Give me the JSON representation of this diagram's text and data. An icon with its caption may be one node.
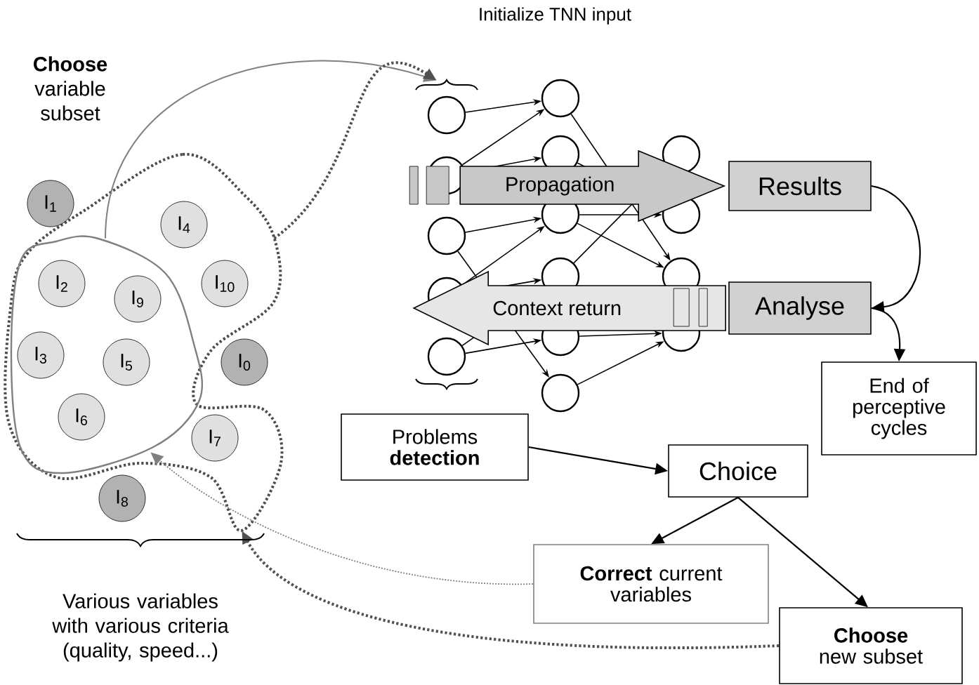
{
  "diagram": {
    "nodes": [
      {
        "text": [],
        "shape": "cloud",
        "in": 1
      },
      {
        "text": [],
        "shape": "cloud"
      },
      {
        "text": [
          "I$_{1}$"
        ]
      },
      {
        "text": [
          "I$_{4}$"
        ],
        "in": 1
      },
      {
        "text": [
          "I$_{2}$"
        ],
        "in": 0
      },
      {
        "text": [
          "I$_{9}$"
        ],
        "in": 0
      },
      {
        "text": [
          "I$_{10}$"
        ],
        "in": 1
      },
      {
        "text": [
          "I$_{3}$"
        ],
        "in": 0
      },
      {
        "text": [
          "I$_{5}$"
        ],
        "in": 0
      },
      {
        "text": [
          "I$_{0}$"
        ]
      },
      {
        "text": [
          "I$_{6}$"
        ],
        "in": 0
      },
      {
        "text": [
          "I$_{7}$"
        ],
        "in": 1
      },
      {
        "text": [
          "I$_{8}$"
        ]
      },
      {
        "text": [
          "Initialize TNN input"
        ]
      },
      {
        "text": [
          "Results"
        ]
      },
      {
        "text": [
          "Analyse"
        ]
      },
      {
        "text": [
          "End of perceptive cycles"
        ]
      },
      {
        "text": [
          "Problems **detection**"
        ]
      },
      {
        "text": [
          "Choice"
        ]
      },
      {
        "text": [
          "**Correct** current variables"
        ]
      },
      {
        "text": [
          "**Choose** new subset"
        ]
      }
    ],
    "edges": [
      {
        "from": 0,
        "to": 13,
        "arrow": "to",
        "color": "#808080"
      },
      {
        "from": 1,
        "to": 13,
        "arrow": "to",
        "style": "dashed",
        "color": "#505050"
      },
      {
        "from": 14,
        "to": 15,
        "arrow": "to"
      },
      {
        "from": 15,
        "to": 16,
        "arrow": "to"
      },
      {
        "from": 17,
        "to": 18,
        "arrow": "to"
      },
      {
        "from": 18,
        "to": 19,
        "arrow": "to"
      },
      {
        "from": 18,
        "to": 20,
        "arrow": "to"
      },
      {
        "from": 19,
        "to": 0,
        "arrow": "to",
        "style": "dashed",
        "color": "#808080"
      },
      {
        "from": 20,
        "to": 1,
        "arrow": "to",
        "style": "dashed",
        "color": "#505050"
      },
      {
        "from": null,
        "to": 14,
        "arrow": "to",
        "label": "Propagation",
        "style": "thick",
        "color": "#c8c8c8"
      },
      {
        "from": 15,
        "to": null,
        "arrow": "to",
        "label": "Context return",
        "style": "thick",
        "color": "#e6e6e6"
      }
    ],
    "labels": [
      "**Choose** variable subset",
      "Various variables with various criteria (quality, speed...)"
    ]
  }
}
